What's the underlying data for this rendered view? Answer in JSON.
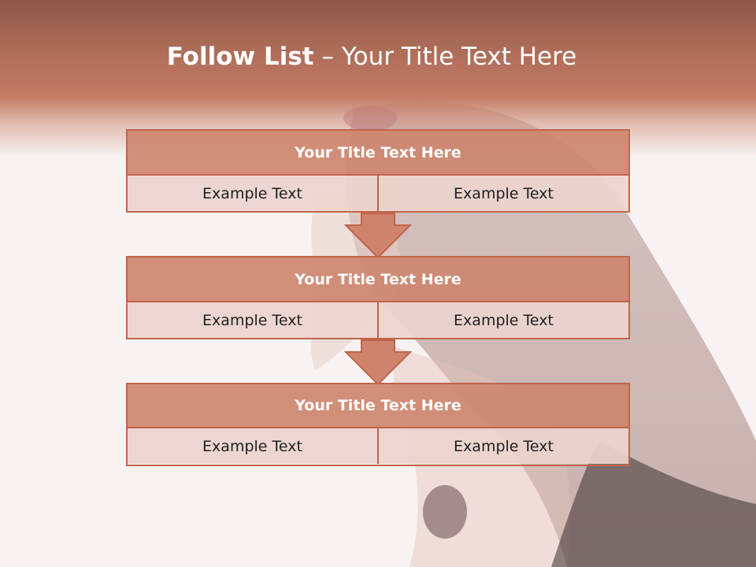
{
  "slide": {
    "title_bold": "Follow List",
    "title_rest": "– Your Title Text Here"
  },
  "blocks": [
    {
      "title": "Your Title Text Here",
      "left": "Example Text",
      "right": "Example Text"
    },
    {
      "title": "Your Title Text Here",
      "left": "Example Text",
      "right": "Example Text"
    },
    {
      "title": "Your Title Text Here",
      "left": "Example Text",
      "right": "Example Text"
    }
  ],
  "colors": {
    "header": "#b06e5a",
    "accent_border": "#c0654b",
    "block_title_fill": "#cc846d",
    "cell_fill": "#ebd4ce",
    "arrow_fill": "#d0836c"
  }
}
